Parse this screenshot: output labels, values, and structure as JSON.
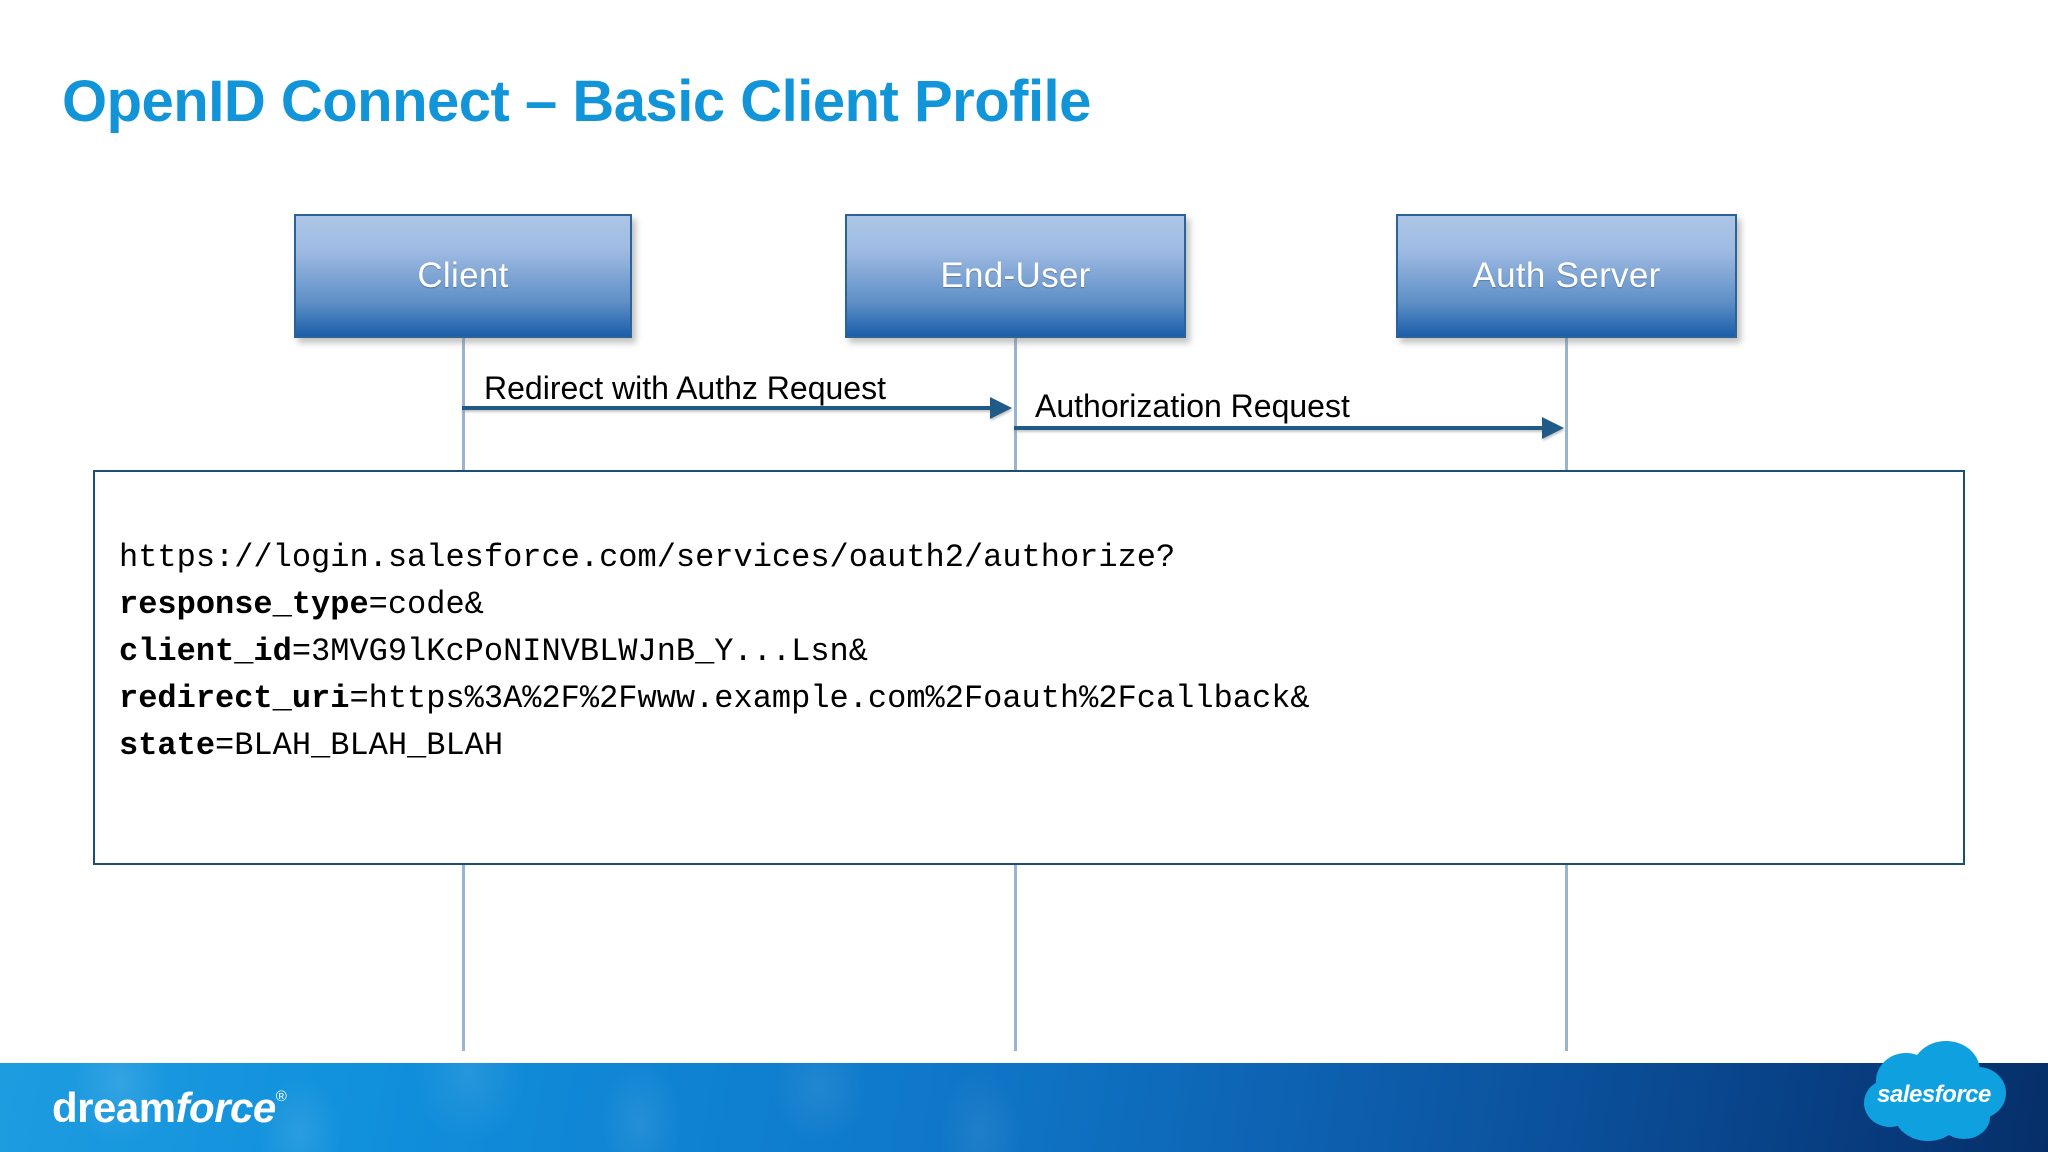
{
  "slide": {
    "title": "OpenID Connect – Basic Client Profile",
    "title_color": "#1295d8",
    "background": "#ffffff"
  },
  "diagram": {
    "type": "sequence-diagram",
    "actors": [
      {
        "id": "client",
        "label": "Client"
      },
      {
        "id": "end-user",
        "label": "End-User"
      },
      {
        "id": "auth-server",
        "label": "Auth Server"
      }
    ],
    "actor_box_fill_top": "#adc5e7",
    "actor_box_fill_bottom": "#1b5ea9",
    "actor_box_border": "#2a6496",
    "actor_label_color": "#ffffff",
    "lifeline_color": "#9ab4cf",
    "messages": [
      {
        "id": "msg1",
        "label": "Redirect with Authz Request",
        "from": "client",
        "to": "end-user",
        "direction": "right"
      },
      {
        "id": "msg2",
        "label": "Authorization Request",
        "from": "end-user",
        "to": "auth-server",
        "direction": "right"
      }
    ],
    "message_arrow_color": "#1f5b86",
    "message_label_color": "#000000"
  },
  "callout": {
    "border_color": "#1b4f72",
    "background": "#ffffff",
    "code_lines": [
      {
        "param": "",
        "value": "https://login.salesforce.com/services/oauth2/authorize?"
      },
      {
        "param": "response_type",
        "value": "=code&"
      },
      {
        "param": "client_id",
        "value": "=3MVG9lKcPoNINVBLWJnB_Y...Lsn&"
      },
      {
        "param": "redirect_uri",
        "value": "=https%3A%2F%2Fwww.example.com%2Foauth%2Fcallback&"
      },
      {
        "param": "state",
        "value": "=BLAH_BLAH_BLAH"
      }
    ]
  },
  "footer": {
    "wordmark_dream": "dream",
    "wordmark_force": "force",
    "wordmark_registered": "®",
    "logo_text": "salesforce",
    "gradient_start": "#1e9ce0",
    "gradient_end": "#062f68",
    "logo_cloud_color": "#00a1e0"
  }
}
